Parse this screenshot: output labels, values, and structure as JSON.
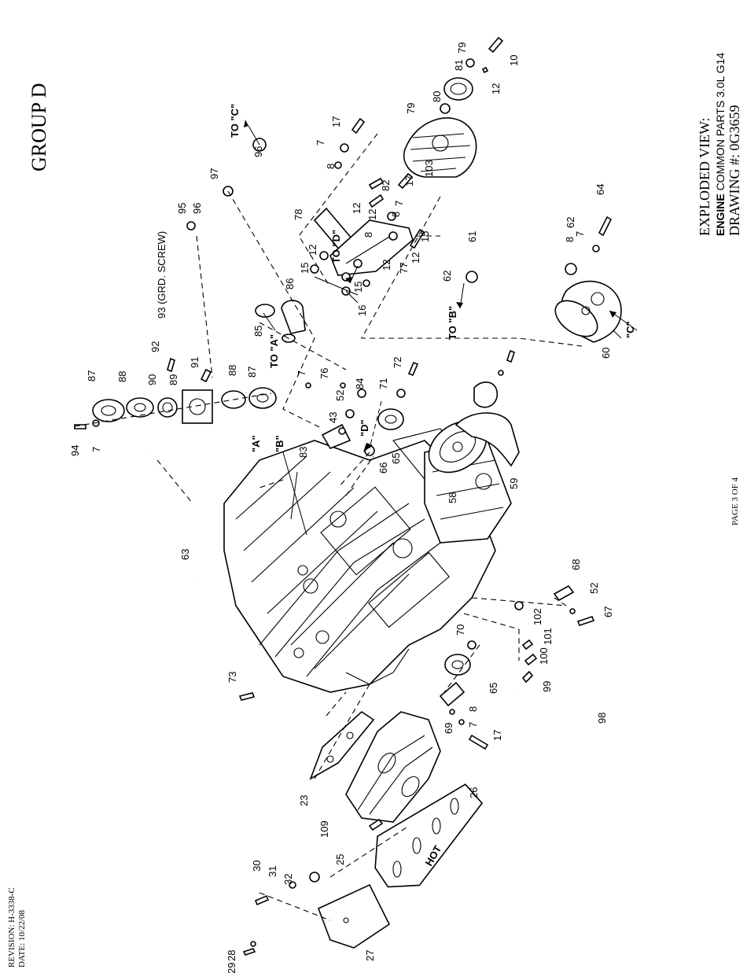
{
  "page": {
    "group_title": "GROUP D",
    "view_title": "EXPLODED VIEW:",
    "view_subtitle_bold": "ENGINE",
    "view_subtitle_rest": " COMMON PARTS 3.0L G14",
    "drawing_number": "DRAWING #: 0G3659",
    "page_number": "PAGE 3 OF 4",
    "revision": "REVISION: H-3338-C",
    "date": "DATE: 10/22/08"
  },
  "notes": {
    "to_c": "TO \"C\"",
    "to_a": "TO \"A\"",
    "to_d": "TO \"D\"",
    "to_b": "TO \"B\"",
    "ref_a": "\"A\"",
    "ref_b": "\"B\"",
    "ref_c": "\"C\"",
    "ref_d": "\"D\"",
    "grd_screw": "93 (GRD. SCREW)",
    "hot": "HOT"
  },
  "callouts": {
    "c7a": "7",
    "c7b": "7",
    "c7c": "7",
    "c7d": "7",
    "c7e": "7",
    "c7f": "7",
    "c8a": "8",
    "c8b": "8",
    "c8c": "8",
    "c8d": "8",
    "c10": "10",
    "c12a": "12",
    "c12b": "12",
    "c12c": "12",
    "c12d": "12",
    "c12e": "12",
    "c12f": "12",
    "c15a": "15",
    "c15b": "15",
    "c15c": "15",
    "c16": "16",
    "c17a": "17",
    "c17b": "17",
    "c17c": "17",
    "c23": "23",
    "c25": "25",
    "c26": "26",
    "c27": "27",
    "c28": "28",
    "c29": "29",
    "c30": "30",
    "c31": "31",
    "c32": "32",
    "c43": "43",
    "c52a": "52",
    "c52b": "52",
    "c58": "58",
    "c59": "59",
    "c60": "60",
    "c61": "61",
    "c62a": "62",
    "c62b": "62",
    "c63": "63",
    "c64": "64",
    "c65a": "65",
    "c65b": "65",
    "c66": "66",
    "c67": "67",
    "c68": "68",
    "c69": "69",
    "c70": "70",
    "c71": "71",
    "c72": "72",
    "c73": "73",
    "c76": "76",
    "c77": "77",
    "c78": "78",
    "c79a": "79",
    "c79b": "79",
    "c80": "80",
    "c81": "81",
    "c82": "82",
    "c83": "83",
    "c84": "84",
    "c85": "85",
    "c86": "86",
    "c87a": "87",
    "c87b": "87",
    "c88a": "88",
    "c88b": "88",
    "c89": "89",
    "c90": "90",
    "c91": "91",
    "c92": "92",
    "c94": "94",
    "c95": "95",
    "c96a": "96",
    "c96b": "96",
    "c97": "97",
    "c98": "98",
    "c99": "99",
    "c100": "100",
    "c101": "101",
    "c102": "102",
    "c103": "103",
    "c109": "109"
  }
}
